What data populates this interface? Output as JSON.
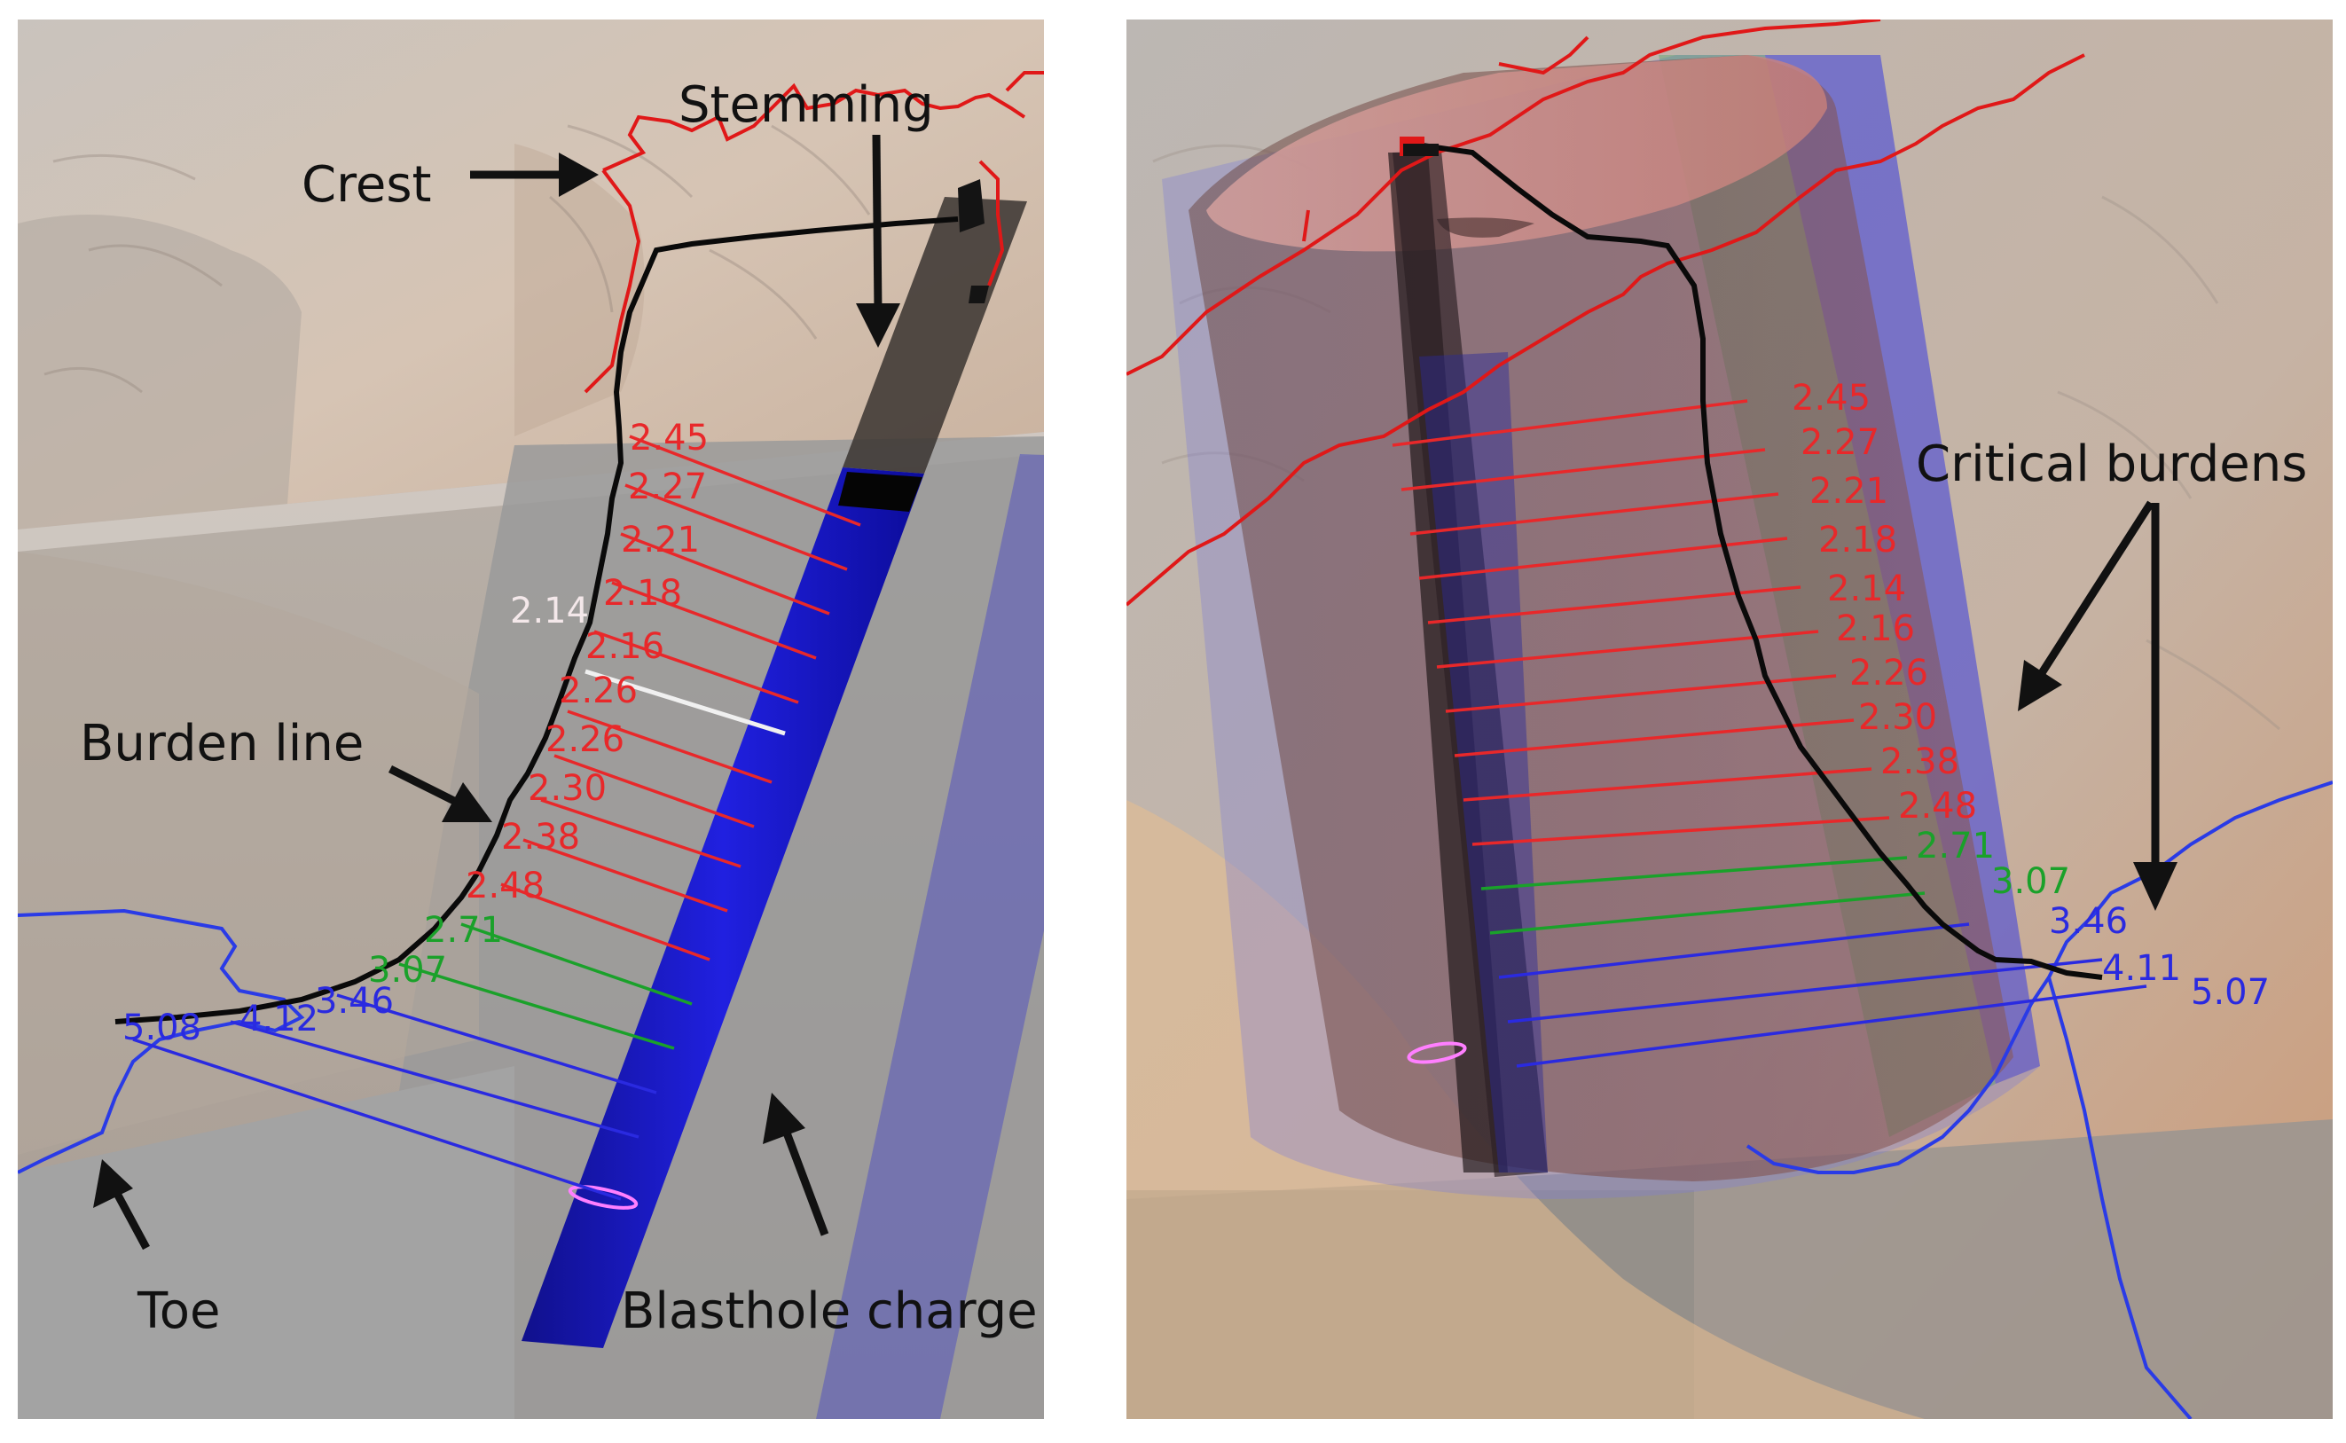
{
  "colors": {
    "burden_red": "#e8282a",
    "burden_green": "#1aa12a",
    "burden_blue": "#2a2ae0",
    "crest_red": "#e01818",
    "toe_blue": "#2a3be6",
    "burden_line": "#0a0a0a",
    "charge_blue": "#1414c8"
  },
  "left_panel": {
    "labels": {
      "stemming": "Stemming",
      "crest": "Crest",
      "burden_line": "Burden line",
      "toe": "Toe",
      "blasthole_charge": "Blasthole charge"
    },
    "burden_values": [
      {
        "text": "2.45",
        "color": "red"
      },
      {
        "text": "2.27",
        "color": "red"
      },
      {
        "text": "2.21",
        "color": "red"
      },
      {
        "text": "2.18",
        "color": "red"
      },
      {
        "text": "2.14",
        "color": "white"
      },
      {
        "text": "2.16",
        "color": "red"
      },
      {
        "text": "2.26",
        "color": "red"
      },
      {
        "text": "2.26",
        "color": "red"
      },
      {
        "text": "2.30",
        "color": "red"
      },
      {
        "text": "2.38",
        "color": "red"
      },
      {
        "text": "2.48",
        "color": "red"
      },
      {
        "text": "2.71",
        "color": "green"
      },
      {
        "text": "3.07",
        "color": "green"
      },
      {
        "text": "3.46",
        "color": "blue"
      },
      {
        "text": "4.12",
        "color": "blue"
      },
      {
        "text": "5.08",
        "color": "blue"
      }
    ]
  },
  "right_panel": {
    "labels": {
      "critical_burdens": "Critical burdens"
    },
    "burden_values": [
      {
        "text": "2.45",
        "color": "red"
      },
      {
        "text": "2.27",
        "color": "red"
      },
      {
        "text": "2.21",
        "color": "red"
      },
      {
        "text": "2.18",
        "color": "red"
      },
      {
        "text": "2.14",
        "color": "red"
      },
      {
        "text": "2.16",
        "color": "red"
      },
      {
        "text": "2.26",
        "color": "red"
      },
      {
        "text": "2.30",
        "color": "red"
      },
      {
        "text": "2.38",
        "color": "red"
      },
      {
        "text": "2.48",
        "color": "red"
      },
      {
        "text": "2.71",
        "color": "green"
      },
      {
        "text": "3.07",
        "color": "green"
      },
      {
        "text": "3.46",
        "color": "blue"
      },
      {
        "text": "4.11",
        "color": "blue"
      },
      {
        "text": "5.07",
        "color": "blue"
      }
    ]
  }
}
